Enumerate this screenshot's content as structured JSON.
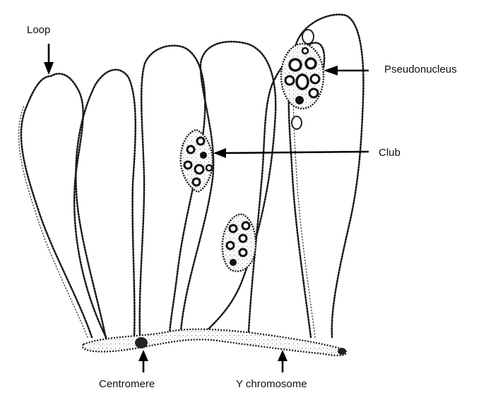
{
  "labels": {
    "loop": "Loop",
    "pseudonucleus": "Pseudonucleus",
    "club": "Club",
    "centromere": "Centromere",
    "y_chromosome": "Y chromosome"
  },
  "colors": {
    "ink": "#1a1a1a",
    "background": "#ffffff",
    "speckle": "#bdbdbd"
  }
}
